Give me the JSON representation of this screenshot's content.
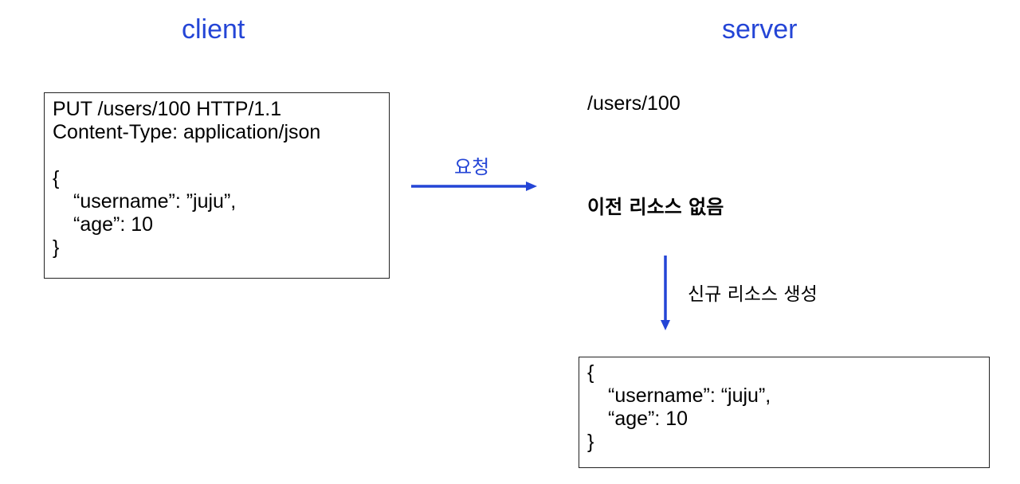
{
  "client": {
    "title": "client"
  },
  "server": {
    "title": "server"
  },
  "request": {
    "lines": [
      {
        "strong": "PUT",
        "rest": " /users/100 HTTP/1.1"
      },
      {
        "strong": "Content-Type:",
        "rest": " application/json"
      },
      {
        "text": ""
      },
      {
        "text": "{"
      },
      {
        "text": "“username”: ”juju”,",
        "indent": true
      },
      {
        "text": "“age”: 10",
        "indent": true
      },
      {
        "text": "}"
      }
    ]
  },
  "request_arrow": {
    "label": "요청",
    "color": "#2445d6"
  },
  "target": {
    "path": "/users/100",
    "status": "이전 리소스 없음"
  },
  "create_arrow": {
    "label": "신규 리소스 생성",
    "color": "#2445d6"
  },
  "resource": {
    "lines": [
      {
        "text": "{"
      },
      {
        "text": "“username”: “juju”,",
        "indent": true
      },
      {
        "text": "“age”: 10",
        "indent": true
      },
      {
        "text": "}"
      }
    ]
  }
}
